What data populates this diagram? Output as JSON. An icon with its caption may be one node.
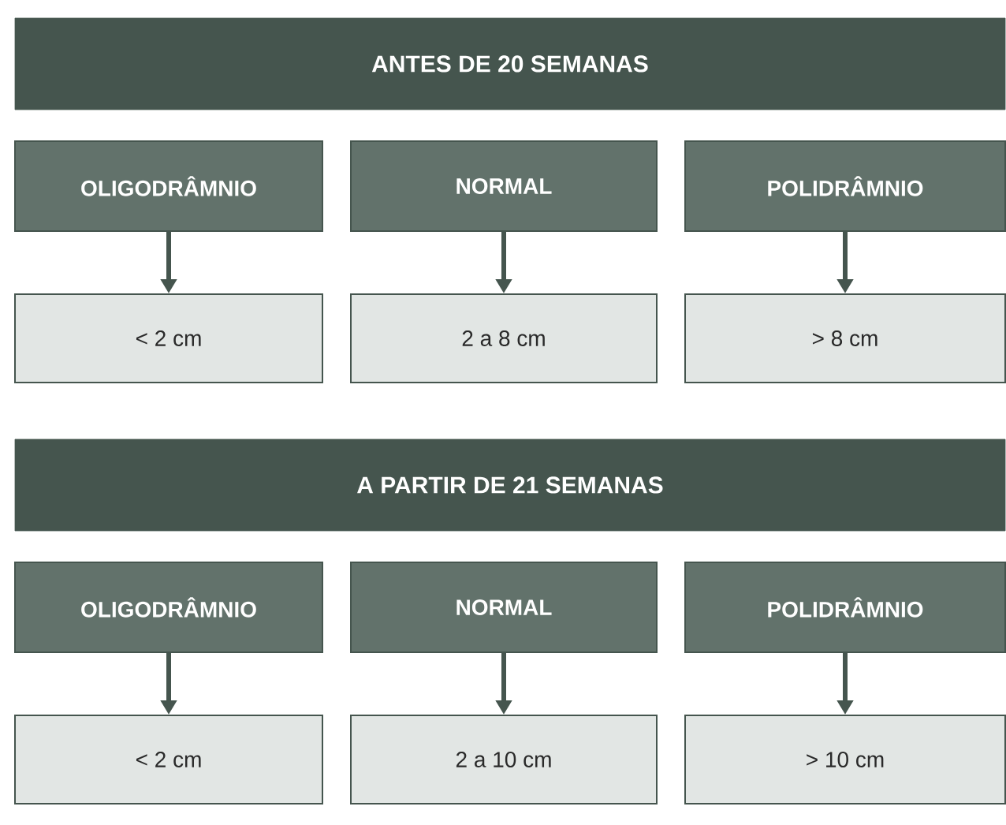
{
  "diagram": {
    "nodes": [
      {
        "text": [
          "ANTES DE 20 SEMANAS"
        ]
      },
      {
        "text": [
          "OLIGODRÂMNIO"
        ]
      },
      {
        "text": [
          "NORMAL"
        ]
      },
      {
        "text": [
          "POLIDRÂMNIO"
        ]
      },
      {
        "text": [
          "< 2 cm"
        ]
      },
      {
        "text": [
          "2 a 8 cm"
        ]
      },
      {
        "text": [
          "> 8 cm"
        ]
      },
      {
        "text": [
          "A PARTIR DE 21 SEMANAS"
        ]
      },
      {
        "text": [
          "OLIGODRÂMNIO"
        ]
      },
      {
        "text": [
          "NORMAL"
        ]
      },
      {
        "text": [
          "POLIDRÂMNIO"
        ]
      },
      {
        "text": [
          "< 2 cm"
        ]
      },
      {
        "text": [
          "2 a 10 cm"
        ]
      },
      {
        "text": [
          "> 10 cm"
        ]
      }
    ],
    "edges": [
      {
        "from": 1,
        "to": 4,
        "arrow": "to"
      },
      {
        "from": 2,
        "to": 5,
        "arrow": "to"
      },
      {
        "from": 3,
        "to": 6,
        "arrow": "to"
      },
      {
        "from": 8,
        "to": 11,
        "arrow": "to"
      },
      {
        "from": 9,
        "to": 12,
        "arrow": "to"
      },
      {
        "from": 10,
        "to": 13,
        "arrow": "to"
      }
    ]
  }
}
